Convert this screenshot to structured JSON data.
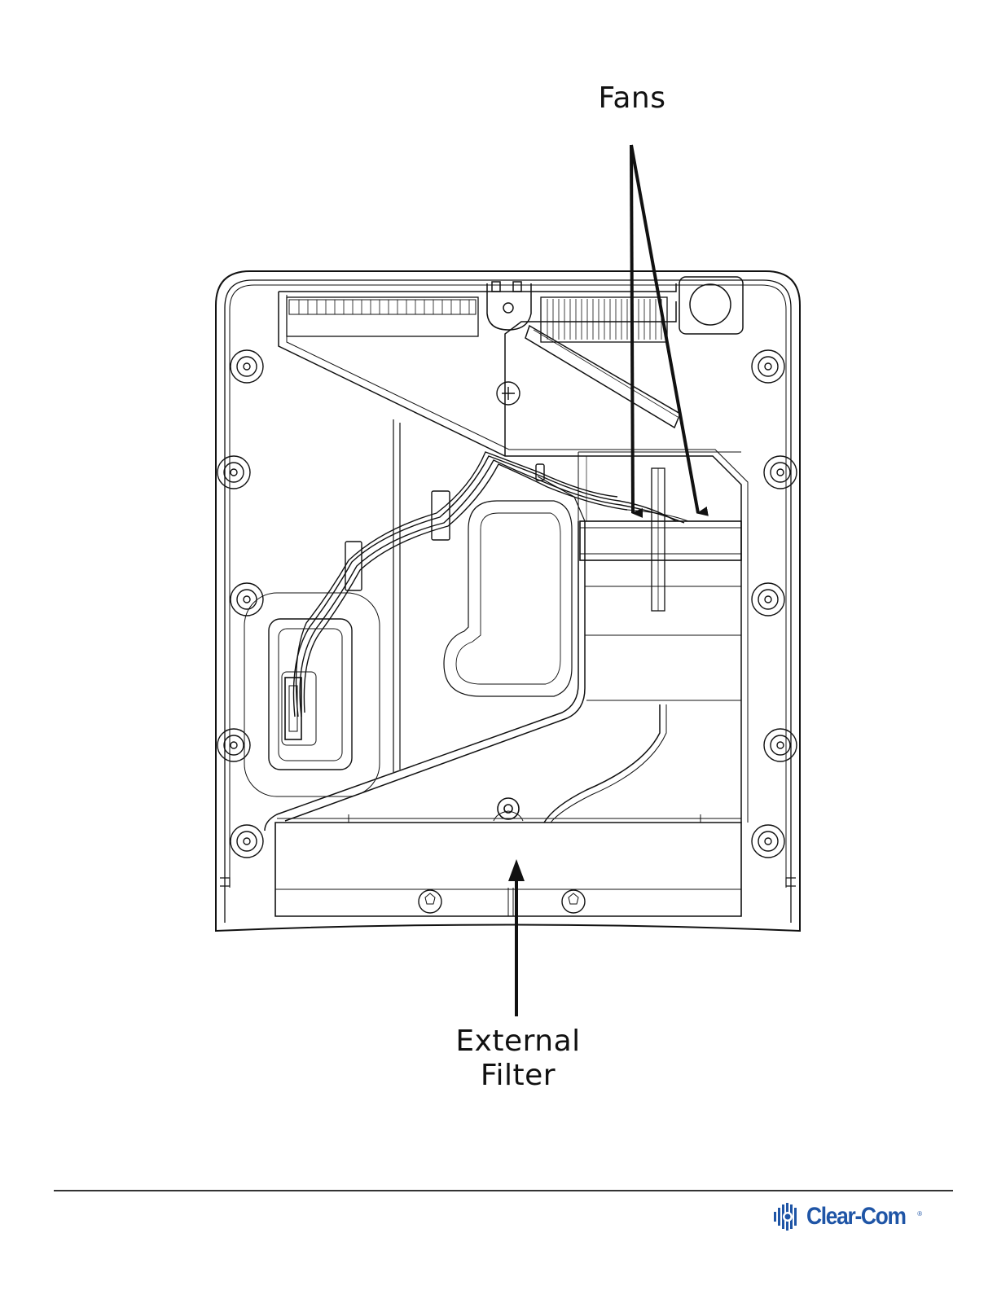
{
  "labels": {
    "fans": "Fans",
    "external_filter_line1": "External",
    "external_filter_line2": "Filter"
  },
  "logo": {
    "text": "Clear-Com",
    "registered": "®",
    "color": "#1f55a6"
  },
  "colors": {
    "line": "#111111",
    "background": "#ffffff"
  }
}
